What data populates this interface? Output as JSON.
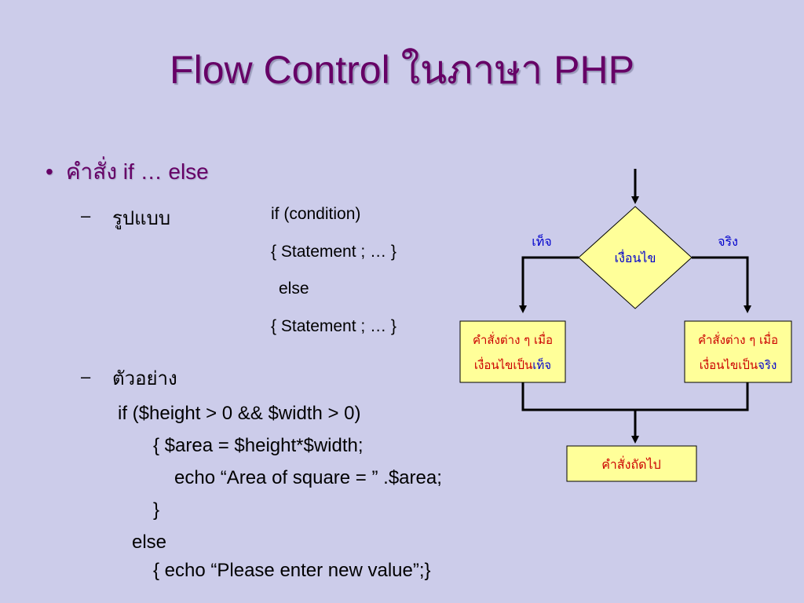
{
  "title": "Flow Control ในภาษา PHP",
  "bullet": {
    "marker": "•",
    "text": "คำสั่ง if … else"
  },
  "syntax_section": {
    "dash": "–",
    "label": "รูปแบบ",
    "lines": [
      "if (condition)",
      "{ Statement ; … }",
      "else",
      "{ Statement ; … }"
    ]
  },
  "example_section": {
    "dash": "–",
    "label": "ตัวอย่าง",
    "lines": [
      "if ($height > 0 && $width > 0)",
      "{ $area = $height*$width;",
      "echo “Area of square = ” .$area;",
      "}",
      "else",
      "{ echo “Please enter new value”;}"
    ]
  },
  "flowchart": {
    "condition": "เงื่อนไข",
    "false_label": "เท็จ",
    "true_label": "จริง",
    "false_box": {
      "line1": "คำสั่งต่าง ๆ เมื่อ",
      "line2_prefix": "เงื่อนไขเป็น",
      "line2_highlight": "เท็จ"
    },
    "true_box": {
      "line1": "คำสั่งต่าง ๆ เมื่อ",
      "line2_prefix": "เงื่อนไขเป็น",
      "line2_highlight": "จริง"
    },
    "next_box": "คำสั่งถัดไป",
    "colors": {
      "box_fill": "#ffff99",
      "box_text": "#cc0000",
      "highlight_text": "#0000cc",
      "label_text": "#0000cc",
      "line": "#000000"
    }
  }
}
